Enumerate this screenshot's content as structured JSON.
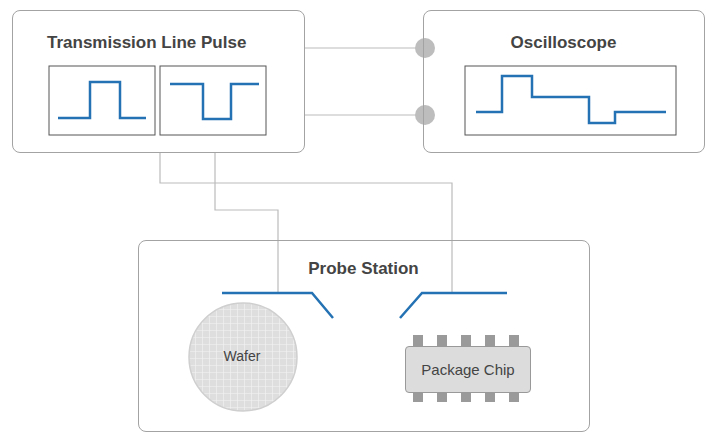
{
  "diagram": {
    "nodes": [
      {
        "text": [
          "Transmission Line Pulse"
        ]
      },
      {
        "text": [
          "Oscilloscope"
        ]
      },
      {
        "text": [
          "Probe Station"
        ]
      },
      {
        "text": [
          "Wafer"
        ],
        "in": 2
      },
      {
        "text": [
          "Package Chip"
        ],
        "in": 2
      }
    ],
    "edges": [
      {
        "from": 0,
        "to": 1,
        "arrow": "none"
      },
      {
        "from": 0,
        "to": 1,
        "arrow": "none"
      },
      {
        "from": 0,
        "to": 2,
        "arrow": "none"
      },
      {
        "from": 0,
        "to": 2,
        "arrow": "none"
      }
    ]
  }
}
